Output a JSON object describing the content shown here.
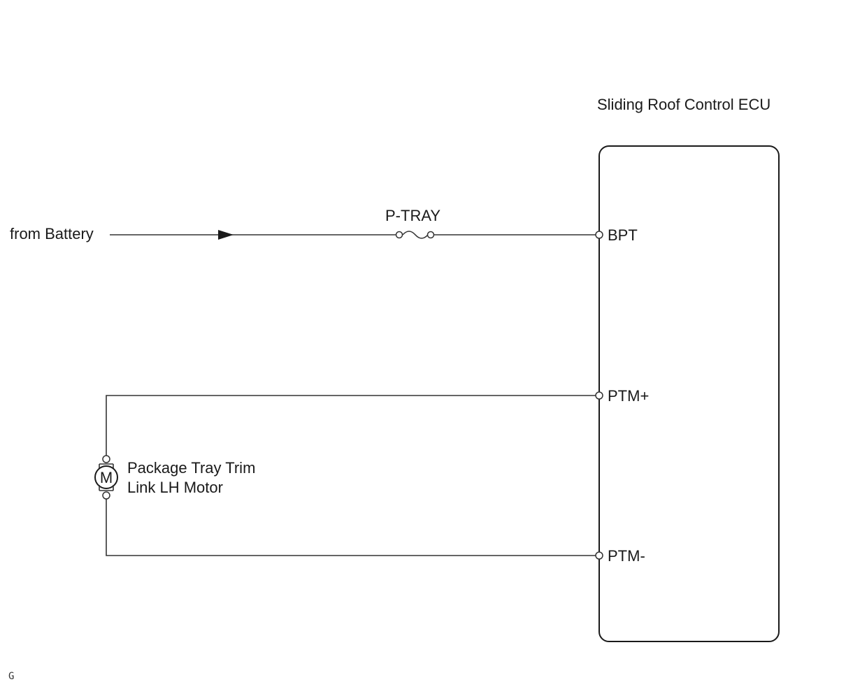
{
  "ecu": {
    "title": "Sliding Roof Control ECU",
    "pins": {
      "bpt": "BPT",
      "ptm_plus": "PTM+",
      "ptm_minus": "PTM-"
    }
  },
  "source": {
    "label": "from Battery"
  },
  "fuse": {
    "label": "P-TRAY"
  },
  "motor": {
    "symbol": "M",
    "label_line1": "Package Tray Trim",
    "label_line2": "Link LH Motor"
  },
  "footer": {
    "code": "G"
  }
}
